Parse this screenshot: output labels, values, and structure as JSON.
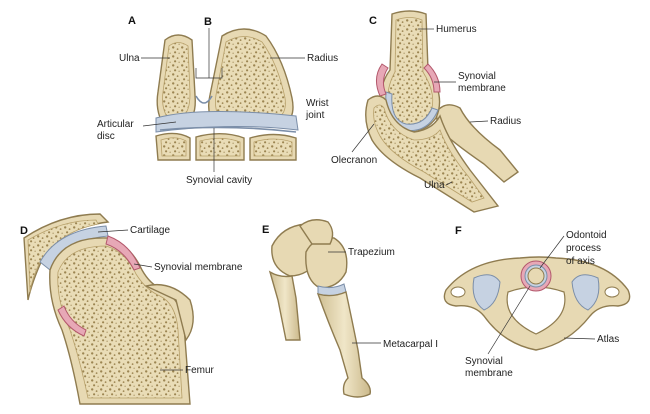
{
  "panels": {
    "a": "A",
    "b": "B",
    "c": "C",
    "d": "D",
    "e": "E",
    "f": "F"
  },
  "labels": {
    "ulna_a": "Ulna",
    "radius_a": "Radius",
    "wrist_joint_1": "Wrist",
    "wrist_joint_2": "joint",
    "articular_disc_1": "Articular",
    "articular_disc_2": "disc",
    "synovial_cavity": "Synovial cavity",
    "humerus": "Humerus",
    "synovial_membrane_c_1": "Synovial",
    "synovial_membrane_c_2": "membrane",
    "radius_c": "Radius",
    "olecranon": "Olecranon",
    "ulna_c": "Ulna",
    "cartilage": "Cartilage",
    "synovial_membrane_d": "Synovial membrane",
    "femur": "Femur",
    "trapezium": "Trapezium",
    "metacarpal": "Metacarpal I",
    "odontoid_1": "Odontoid",
    "odontoid_2": "process",
    "odontoid_3": "of axis",
    "synovial_membrane_f_1": "Synovial",
    "synovial_membrane_f_2": "membrane",
    "atlas": "Atlas"
  },
  "colors": {
    "bone": "#e7d9b3",
    "cartilage": "#c6d2e2",
    "synovial_membrane": "#e7a8b6"
  }
}
